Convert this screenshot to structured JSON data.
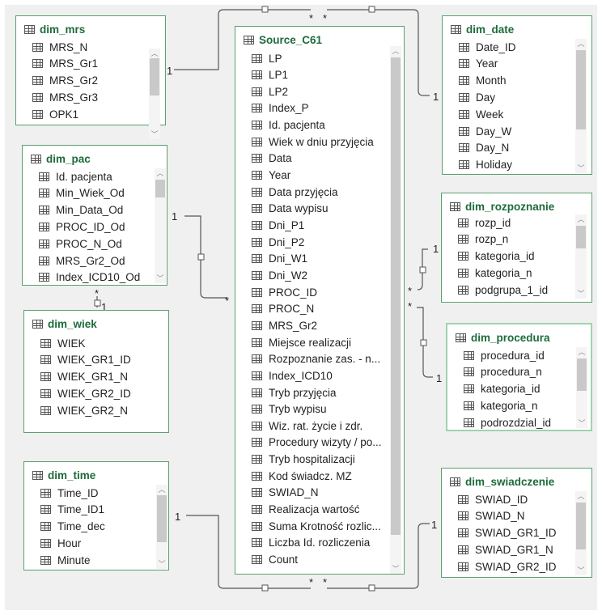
{
  "tables": {
    "dim_mrs": {
      "title": "dim_mrs",
      "fields": [
        "MRS_N",
        "MRS_Gr1",
        "MRS_Gr2",
        "MRS_Gr3",
        "OPK1"
      ]
    },
    "dim_pac": {
      "title": "dim_pac",
      "fields": [
        "Id. pacjenta",
        "Min_Wiek_Od",
        "Min_Data_Od",
        "PROC_ID_Od",
        "PROC_N_Od",
        "MRS_Gr2_Od",
        "Index_ICD10_Od"
      ]
    },
    "dim_wiek": {
      "title": "dim_wiek",
      "fields": [
        "WIEK",
        "WIEK_GR1_ID",
        "WIEK_GR1_N",
        "WIEK_GR2_ID",
        "WIEK_GR2_N"
      ]
    },
    "dim_time": {
      "title": "dim_time",
      "fields": [
        "Time_ID",
        "Time_ID1",
        "Time_dec",
        "Hour",
        "Minute"
      ]
    },
    "source": {
      "title": "Source_C61",
      "fields": [
        "LP",
        "LP1",
        "LP2",
        "Index_P",
        "Id. pacjenta",
        "Wiek w dniu przyjęcia",
        "Data",
        "Year",
        "Data przyjęcia",
        "Data wypisu",
        "Dni_P1",
        "Dni_P2",
        "Dni_W1",
        "Dni_W2",
        "PROC_ID",
        "PROC_N",
        "MRS_Gr2",
        "Miejsce realizacji",
        "Rozpoznanie zas. - n...",
        "Index_ICD10",
        "Tryb przyjęcia",
        "Tryb wypisu",
        "Wiz. rat. życie i zdr.",
        "Procedury wizyty / po...",
        "Tryb hospitalizacji",
        "Kod świadcz. MZ",
        "SWIAD_N",
        "Realizacja wartość",
        "Suma Krotność rozlic...",
        "Liczba Id. rozliczenia",
        "Count"
      ]
    },
    "dim_date": {
      "title": "dim_date",
      "fields": [
        "Date_ID",
        "Year",
        "Month",
        "Day",
        "Week",
        "Day_W",
        "Day_N",
        "Holiday"
      ]
    },
    "dim_rozpoznanie": {
      "title": "dim_rozpoznanie",
      "fields": [
        "rozp_id",
        "rozp_n",
        "kategoria_id",
        "kategoria_n",
        "podgrupa_1_id"
      ]
    },
    "dim_procedura": {
      "title": "dim_procedura",
      "fields": [
        "procedura_id",
        "procedura_n",
        "kategoria_id",
        "kategoria_n",
        "podrozdzial_id"
      ]
    },
    "dim_swiadczenie": {
      "title": "dim_swiadczenie",
      "fields": [
        "SWIAD_ID",
        "SWIAD_N",
        "SWIAD_GR1_ID",
        "SWIAD_GR1_N",
        "SWIAD_GR2_ID"
      ]
    }
  },
  "cardinality": {
    "one": "1",
    "many": "*"
  }
}
